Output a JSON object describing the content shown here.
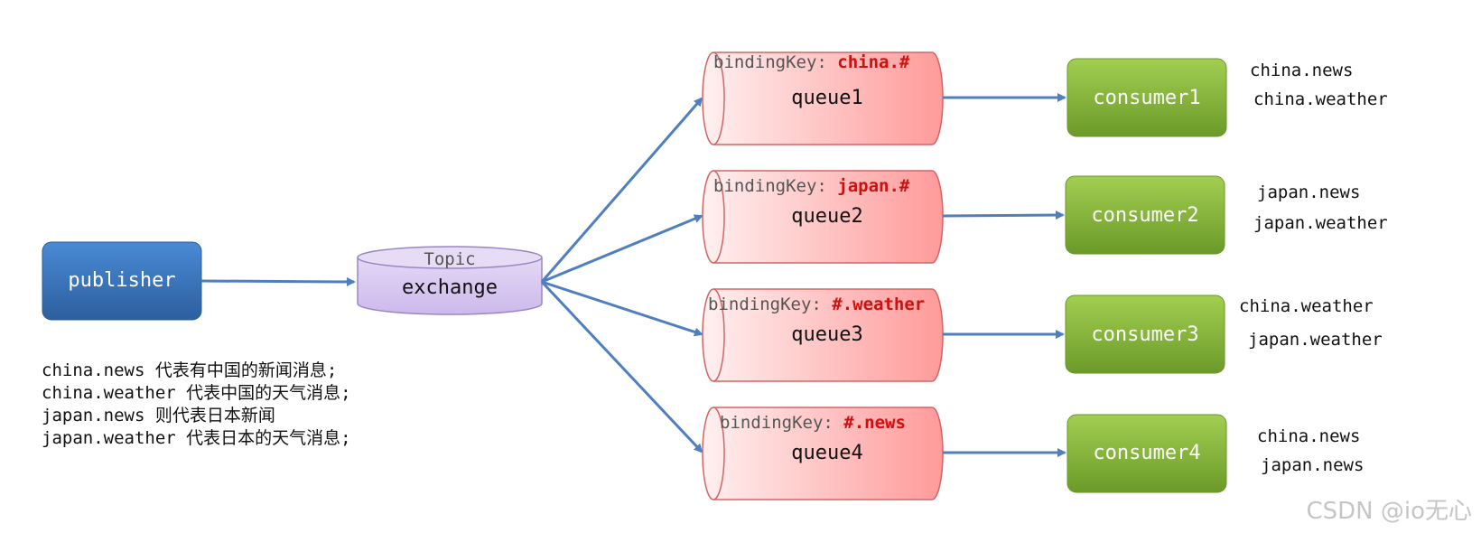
{
  "publisher": {
    "label": "publisher"
  },
  "exchange": {
    "type_label": "Topic",
    "label": "exchange"
  },
  "binding_prefix": "bindingKey: ",
  "queues": [
    {
      "label": "queue1",
      "binding_key": "china.#",
      "consumer": "consumer1",
      "keys": [
        "china.news",
        "china.weather"
      ]
    },
    {
      "label": "queue2",
      "binding_key": "japan.#",
      "consumer": "consumer2",
      "keys": [
        "japan.news",
        "japan.weather"
      ]
    },
    {
      "label": "queue3",
      "binding_key": "#.weather",
      "consumer": "consumer3",
      "keys": [
        "china.weather",
        "japan.weather"
      ]
    },
    {
      "label": "queue4",
      "binding_key": "#.news",
      "consumer": "consumer4",
      "keys": [
        "china.news",
        "japan.news"
      ]
    }
  ],
  "notes": [
    "china.news 代表有中国的新闻消息;",
    "china.weather 代表中国的天气消息;",
    "japan.news 则代表日本新闻",
    "japan.weather 代表日本的天气消息;"
  ],
  "watermark": "CSDN @io无心",
  "colors": {
    "publisher_top": "#4a8ad6",
    "publisher_bottom": "#2c5f9e",
    "exchange_fill": "#d7c8ef",
    "queue_fill_light": "#ffecec",
    "queue_fill_dark": "#ff9c9c",
    "consumer_top": "#9ccb4a",
    "consumer_bottom": "#6e9c2c",
    "arrow": "#4f7fbf",
    "binding_red": "#cc1111"
  }
}
